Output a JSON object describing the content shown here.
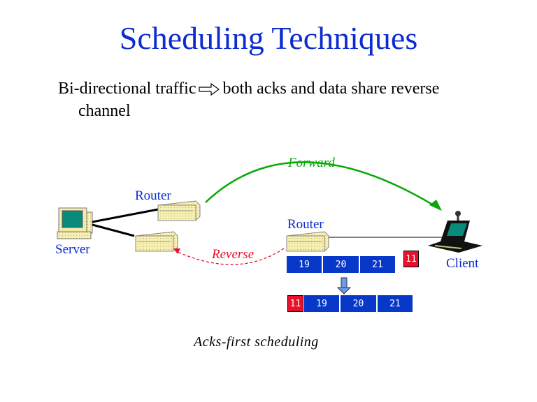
{
  "title": "Scheduling Techniques",
  "bullet": {
    "text_before": "Bi-directional traffic",
    "arrow_icon": "implies-arrow-icon",
    "text_after": "both acks and data share reverse",
    "continuation": "channel"
  },
  "diagram": {
    "nodes": {
      "server_label": "Server",
      "router_top_label": "Router",
      "router_right_label": "Router",
      "client_label": "Client"
    },
    "links": {
      "forward_label": "Forward",
      "reverse_label": "Reverse"
    },
    "colors": {
      "forward": "#08a808",
      "reverse": "#e8102c",
      "data_packet": "#0838c8",
      "ack_packet": "#e8102c",
      "text_blue": "#0c2bd0"
    },
    "queue_before": [
      "19",
      "20",
      "21"
    ],
    "incoming_ack": "11",
    "queue_after": [
      "11",
      "19",
      "20",
      "21"
    ]
  },
  "caption": "Acks-first scheduling"
}
